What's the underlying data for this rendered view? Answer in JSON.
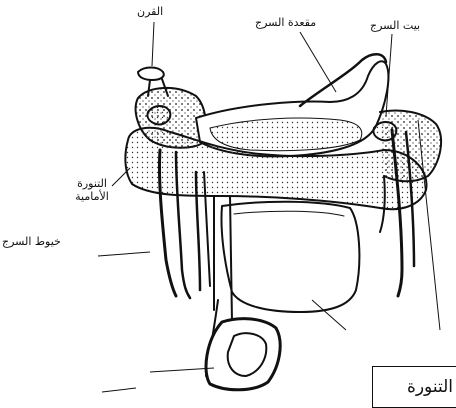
{
  "labels": {
    "horn": "القرن",
    "seat": "مقعدة السرج",
    "cantle": "بيت السرج",
    "front_skirt": "التنورة الأمامية",
    "saddle_strings": "خيوط السرج",
    "boxed_partial": "التنورة"
  },
  "colors": {
    "ink": "#111111",
    "background": "#ffffff"
  }
}
